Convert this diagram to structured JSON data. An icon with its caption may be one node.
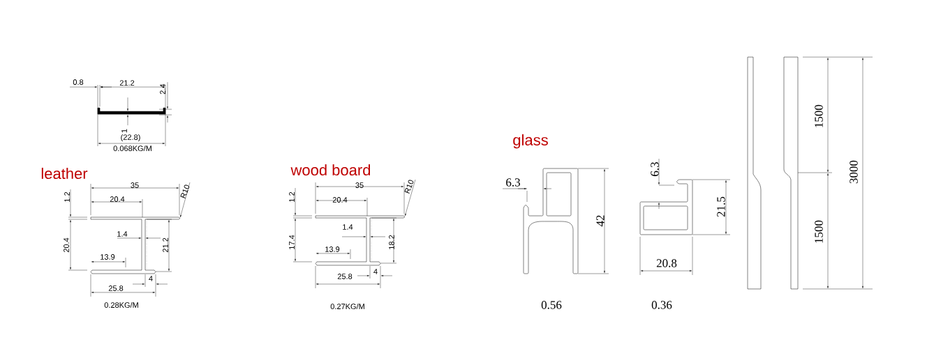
{
  "diagram": {
    "labels": [
      "0.8",
      "21.2",
      "2.4",
      "1",
      "(22.8)",
      "0.068KG/M",
      "glass",
      "1500",
      "3000",
      "1500",
      "leather",
      "35",
      "R10",
      "1.2",
      "20.4",
      "1.4",
      "20.4",
      "21.2",
      "13.9",
      "4",
      "25.8",
      "0.28KG/M",
      "wood board",
      "35",
      "R10",
      "1.2",
      "20.4",
      "1.4",
      "17.4",
      "18.2",
      "13.9",
      "4",
      "25.8",
      "0.27KG/M",
      "6.3",
      "6.3",
      "42",
      "21.5",
      "20.8",
      "0.56",
      "0.36"
    ]
  }
}
